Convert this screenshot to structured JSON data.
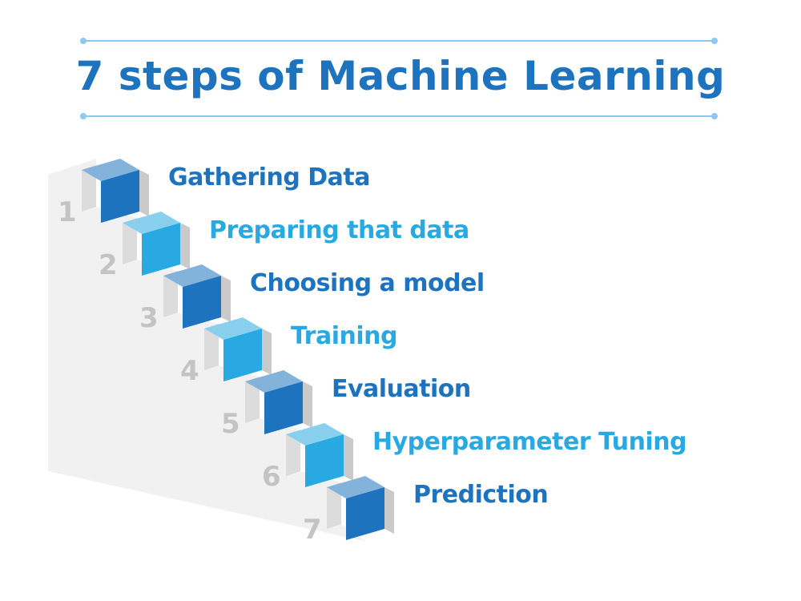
{
  "title": "7 steps of Machine Learning",
  "colors": {
    "title": "#1e73be",
    "dark_step": "#1e73be",
    "light_step": "#29a9e1",
    "dark_label": "#1e73be",
    "light_label": "#29a9e1",
    "stair_face": "#f1f1f1",
    "stair_side": "#dcdcdc",
    "number": "#c4c4c4"
  },
  "steps": [
    {
      "number": "1",
      "label": "Gathering Data",
      "shade": "dark"
    },
    {
      "number": "2",
      "label": "Preparing that data",
      "shade": "light"
    },
    {
      "number": "3",
      "label": "Choosing a model",
      "shade": "dark"
    },
    {
      "number": "4",
      "label": "Training",
      "shade": "light"
    },
    {
      "number": "5",
      "label": "Evaluation",
      "shade": "dark"
    },
    {
      "number": "6",
      "label": "Hyperparameter Tuning",
      "shade": "light"
    },
    {
      "number": "7",
      "label": "Prediction",
      "shade": "dark"
    }
  ]
}
